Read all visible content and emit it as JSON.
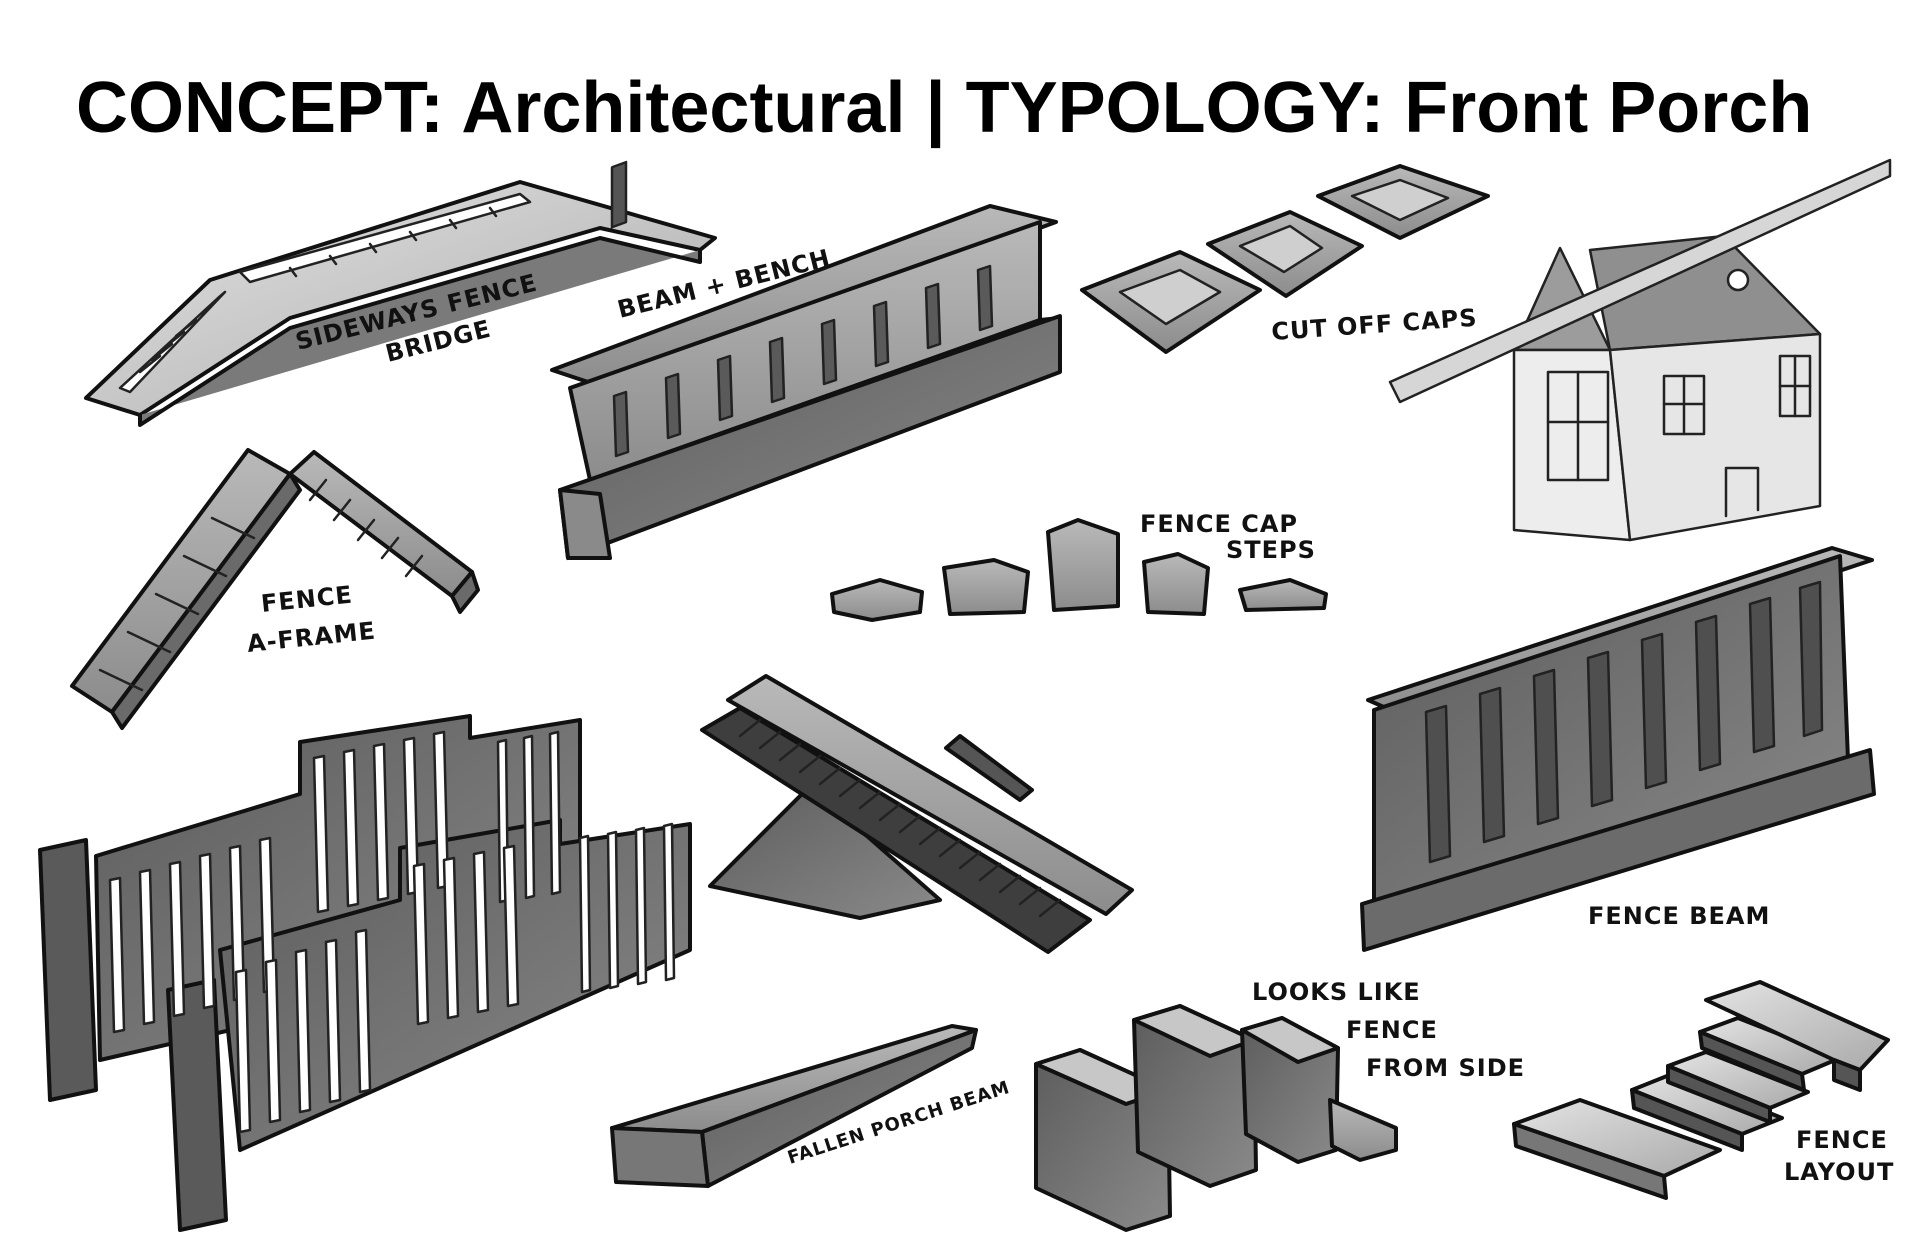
{
  "title": "CONCEPT: Architectural | TYPOLOGY: Front Porch",
  "labels": {
    "sideways_bridge_1": "SIDEWAYS FENCE",
    "sideways_bridge_2": "BRIDGE",
    "beam_bench": "BEAM + BENCH",
    "cut_off_caps": "CUT OFF CAPS",
    "fence_cap_steps_1": "FENCE CAP",
    "fence_cap_steps_2": "STEPS",
    "fence_aframe_1": "FENCE",
    "fence_aframe_2": "A-FRAME",
    "fence_beam": "FENCE BEAM",
    "looks_like_1": "LOOKS LIKE",
    "looks_like_2": "FENCE",
    "looks_like_3": "FROM SIDE",
    "fence_layout_1": "FENCE",
    "fence_layout_2": "LAYOUT",
    "fallen_porch_beam": "FALLEN PORCH BEAM"
  },
  "colors": {
    "ink": "#111111",
    "shade_dark": "#6f6f6f",
    "shade_mid": "#9a9a9a",
    "shade_light": "#c8c8c8",
    "house": "#e9e9e9"
  }
}
